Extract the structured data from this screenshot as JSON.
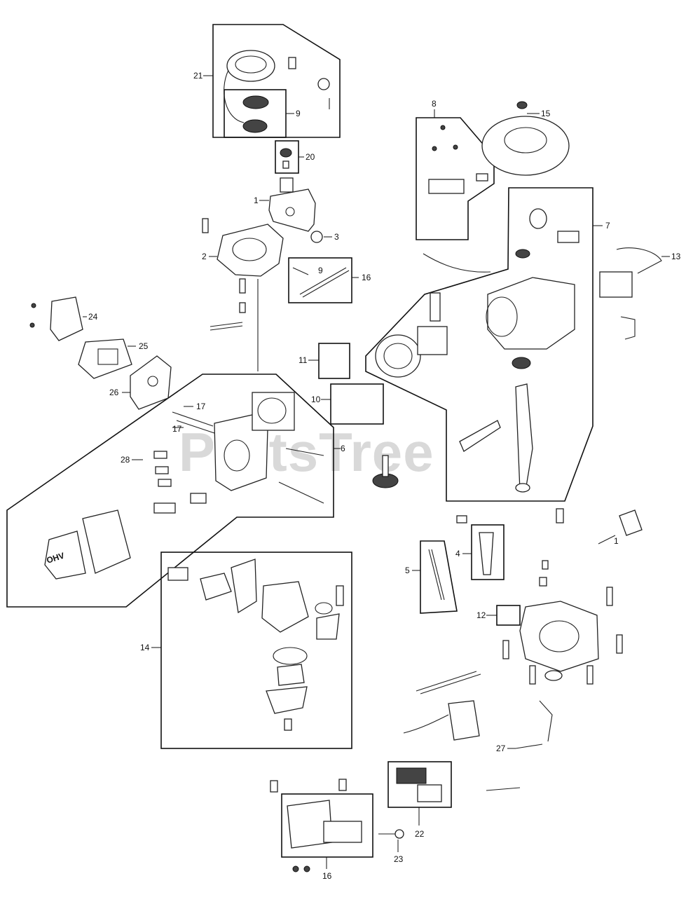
{
  "watermark": {
    "text": "PartsTree"
  },
  "diagram_decal": {
    "text": "OHV"
  },
  "callouts": [
    {
      "id": "c1a",
      "label": "1"
    },
    {
      "id": "c1b",
      "label": "1"
    },
    {
      "id": "c2",
      "label": "2"
    },
    {
      "id": "c3",
      "label": "3"
    },
    {
      "id": "c4",
      "label": "4"
    },
    {
      "id": "c5",
      "label": "5"
    },
    {
      "id": "c6",
      "label": "6"
    },
    {
      "id": "c7",
      "label": "7"
    },
    {
      "id": "c8",
      "label": "8"
    },
    {
      "id": "c9a",
      "label": "9"
    },
    {
      "id": "c9b",
      "label": "9"
    },
    {
      "id": "c10",
      "label": "10"
    },
    {
      "id": "c11",
      "label": "11"
    },
    {
      "id": "c12",
      "label": "12"
    },
    {
      "id": "c13",
      "label": "13"
    },
    {
      "id": "c14",
      "label": "14"
    },
    {
      "id": "c15",
      "label": "15"
    },
    {
      "id": "c16a",
      "label": "16"
    },
    {
      "id": "c16b",
      "label": "16"
    },
    {
      "id": "c17a",
      "label": "17"
    },
    {
      "id": "c17b",
      "label": "17"
    },
    {
      "id": "c20",
      "label": "20"
    },
    {
      "id": "c21",
      "label": "21"
    },
    {
      "id": "c22",
      "label": "22"
    },
    {
      "id": "c23",
      "label": "23"
    },
    {
      "id": "c24",
      "label": "24"
    },
    {
      "id": "c25",
      "label": "25"
    },
    {
      "id": "c26",
      "label": "26"
    },
    {
      "id": "c27",
      "label": "27"
    },
    {
      "id": "c28",
      "label": "28"
    }
  ]
}
